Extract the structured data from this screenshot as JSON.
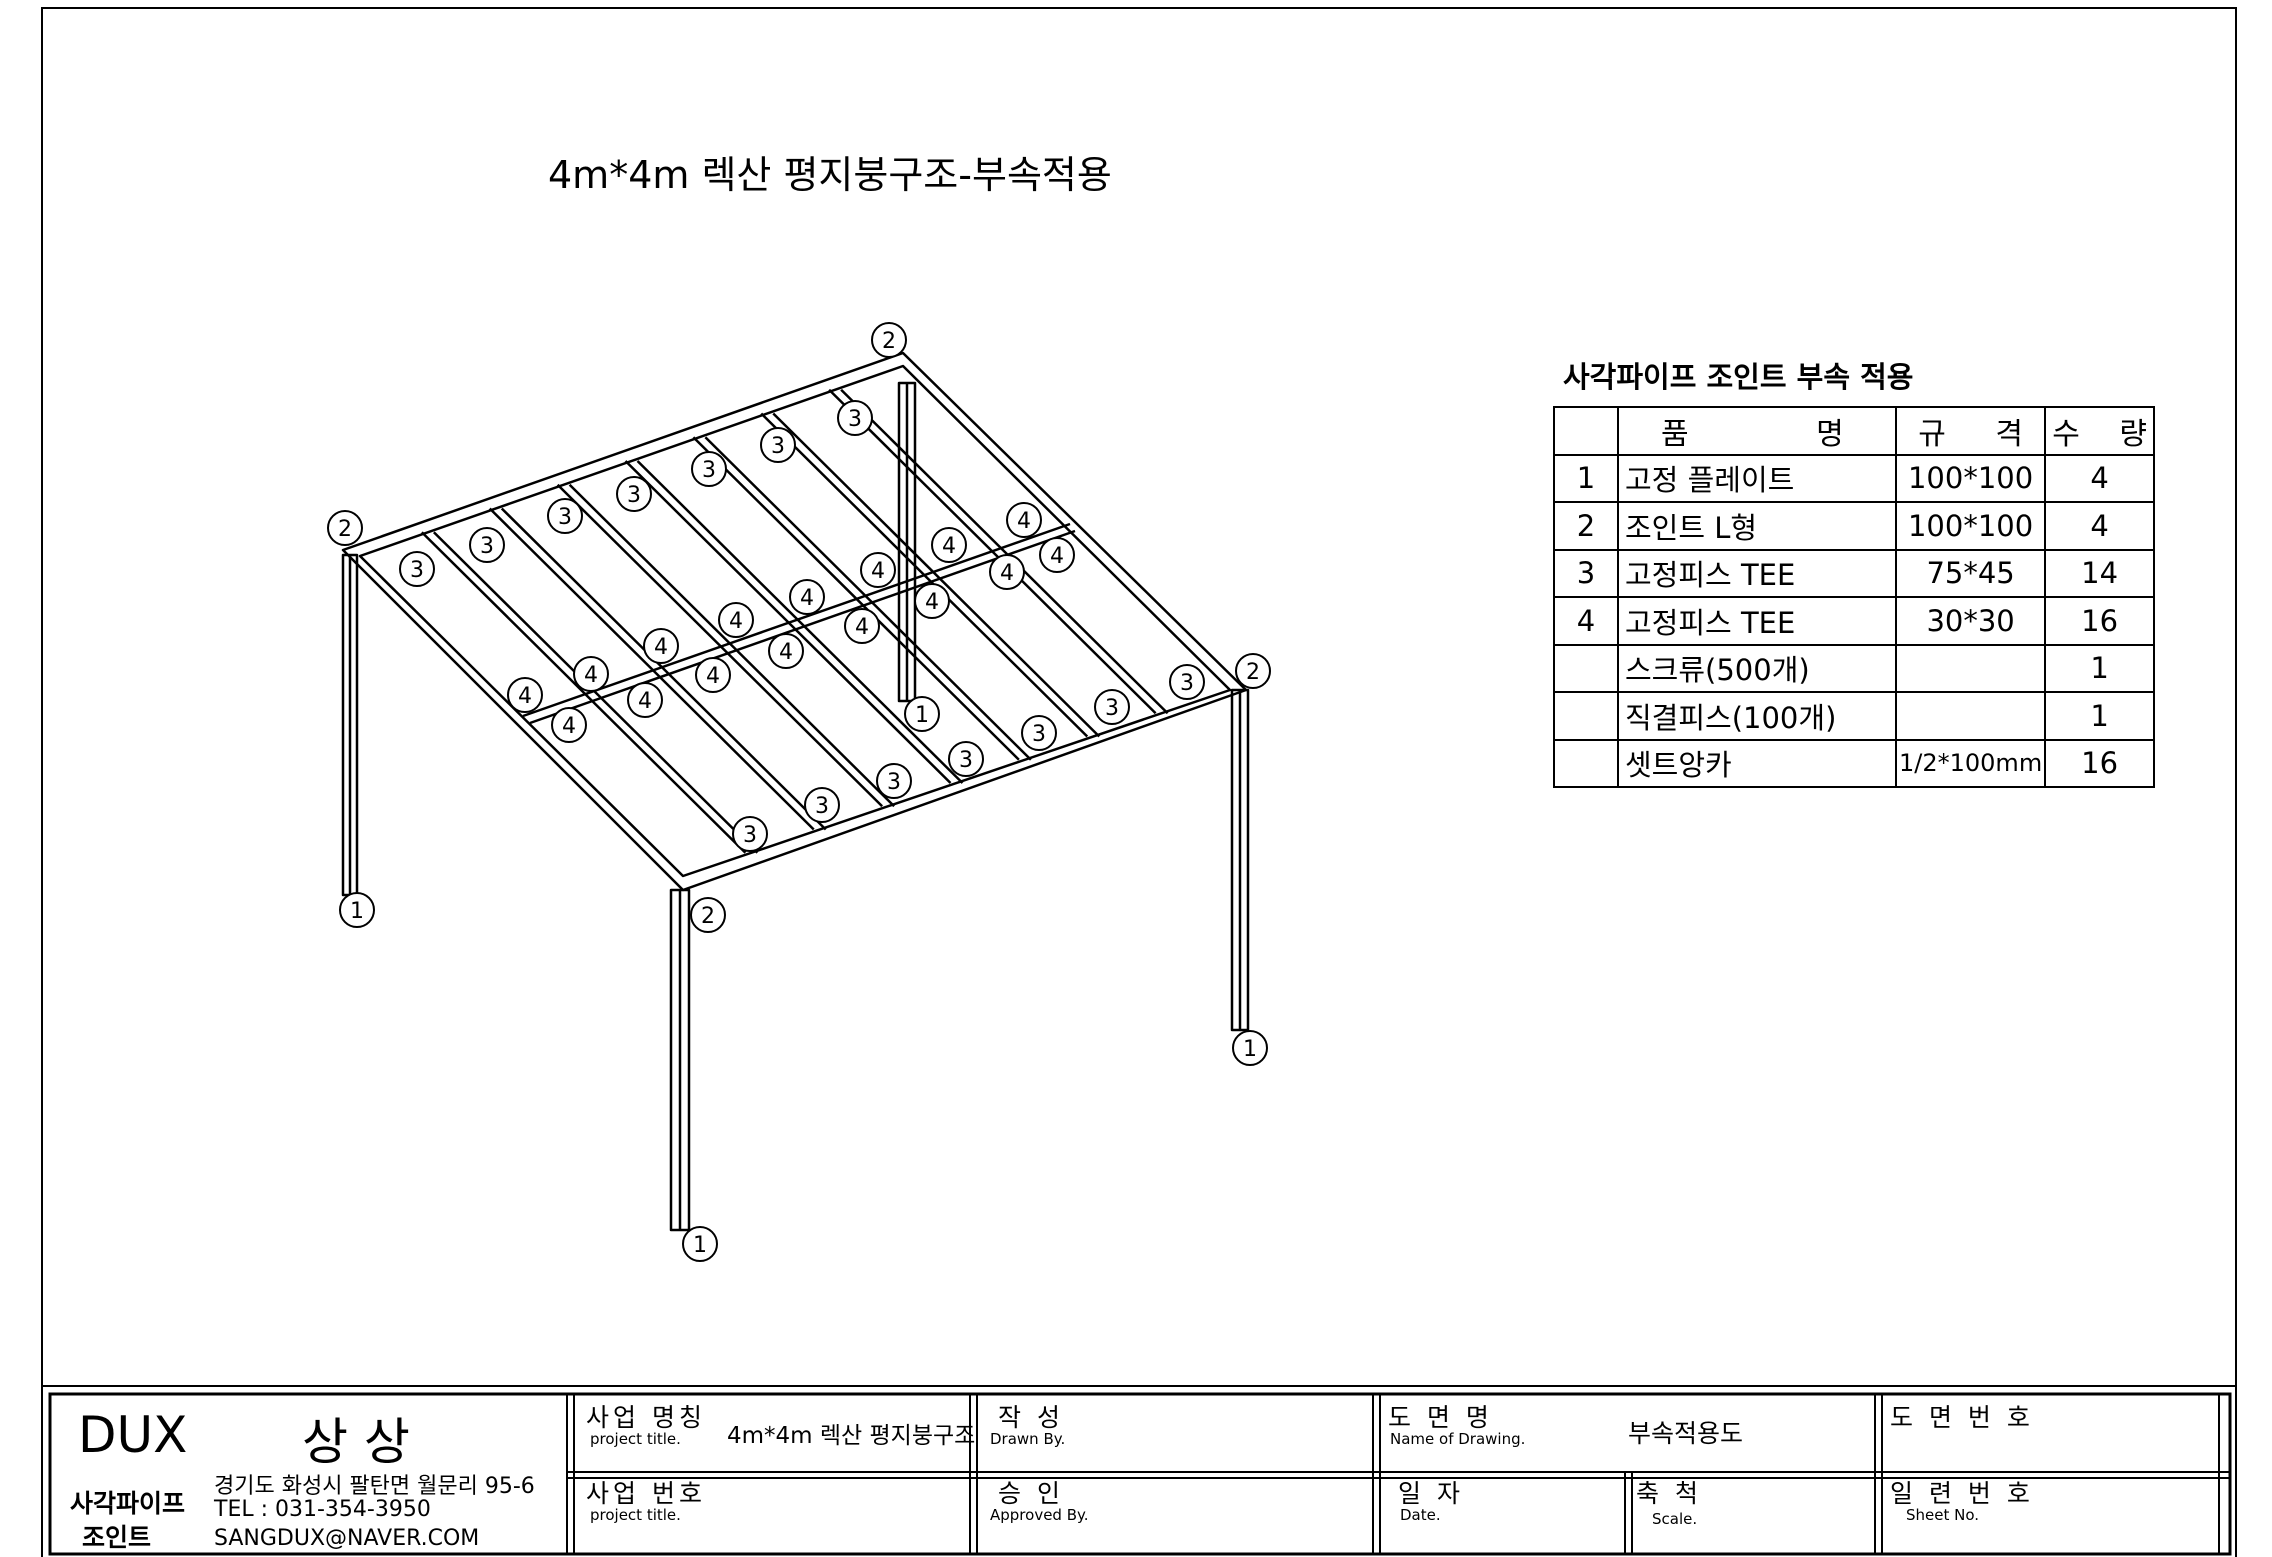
{
  "title": "4m*4m 렉산 평지붕구조-부속적용",
  "bom": {
    "title": "사각파이프 조인트 부속 적용",
    "headers": {
      "name_a": "품",
      "name_b": "명",
      "spec_a": "규",
      "spec_b": "격",
      "qty_a": "수",
      "qty_b": "량"
    },
    "rows": [
      {
        "no": "1",
        "name": "고정 플레이트",
        "spec": "100*100",
        "qty": "4"
      },
      {
        "no": "2",
        "name": "조인트 L형",
        "spec": "100*100",
        "qty": "4"
      },
      {
        "no": "3",
        "name": "고정피스 TEE",
        "spec": "75*45",
        "qty": "14"
      },
      {
        "no": "4",
        "name": "고정피스 TEE",
        "spec": "30*30",
        "qty": "16"
      },
      {
        "no": "",
        "name": "스크류(500개)",
        "spec": "",
        "qty": "1"
      },
      {
        "no": "",
        "name": "직결피스(100개)",
        "spec": "",
        "qty": "1"
      },
      {
        "no": "",
        "name": "셋트앙카",
        "spec": "1/2*100mm",
        "qty": "16"
      }
    ]
  },
  "callouts": {
    "joint_plate": "1",
    "joint_l": "2",
    "tee_75": "3",
    "tee_30": "4"
  },
  "title_block": {
    "company_brand": "DUX",
    "company_name": "상 상",
    "company_sub_1": "사각파이프",
    "company_sub_2": "조인트",
    "address": "경기도 화성시 팔탄면 월문리 95-6",
    "tel": "TEL : 031-354-3950",
    "email": "SANGDUX@NAVER.COM",
    "project_name_label": "사업 명칭",
    "project_name_en": "project title.",
    "project_name_value": "4m*4m 렉산 평지붕구조",
    "project_no_label": "사업 번호",
    "project_no_en": "project title.",
    "drawn_label": "작 성",
    "drawn_en": "Drawn By.",
    "approved_label": "승 인",
    "approved_en": "Approved By.",
    "drawing_name_label": "도 면 명",
    "drawing_name_en": "Name of Drawing.",
    "drawing_name_value": "부속적용도",
    "date_label": "일 자",
    "date_en": "Date.",
    "scale_label": "축 척",
    "scale_en": "Scale.",
    "drawing_no_label": "도 면 번 호",
    "sheet_label": "일 련 번 호",
    "sheet_en": "Sheet No."
  }
}
